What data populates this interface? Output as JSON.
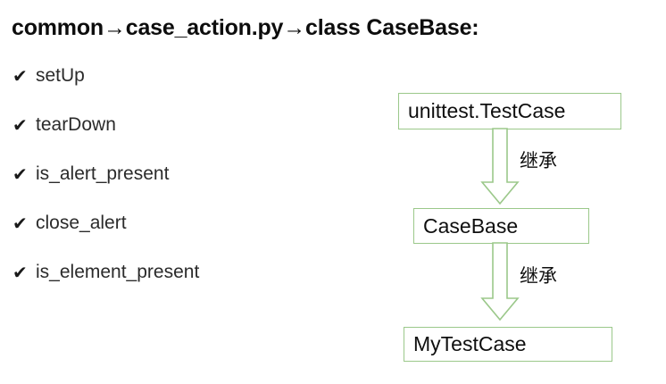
{
  "slide": {
    "title": "common→case_action.py→class CaseBase:",
    "background_color": "#ffffff"
  },
  "bullets": {
    "marker": "✔",
    "items": [
      {
        "label": "setUp"
      },
      {
        "label": "tearDown"
      },
      {
        "label": "is_alert_present"
      },
      {
        "label": "close_alert"
      },
      {
        "label": "is_element_present"
      }
    ]
  },
  "diagram": {
    "accent_color": "#9bc88a",
    "nodes": [
      {
        "id": "node-top",
        "label": "unittest.TestCase"
      },
      {
        "id": "node-mid",
        "label": "CaseBase"
      },
      {
        "id": "node-bottom",
        "label": "MyTestCase"
      }
    ],
    "arrows": [
      {
        "id": "arrow-1",
        "label": "继承",
        "direction": "down"
      },
      {
        "id": "arrow-2",
        "label": "继承",
        "direction": "down"
      }
    ]
  }
}
